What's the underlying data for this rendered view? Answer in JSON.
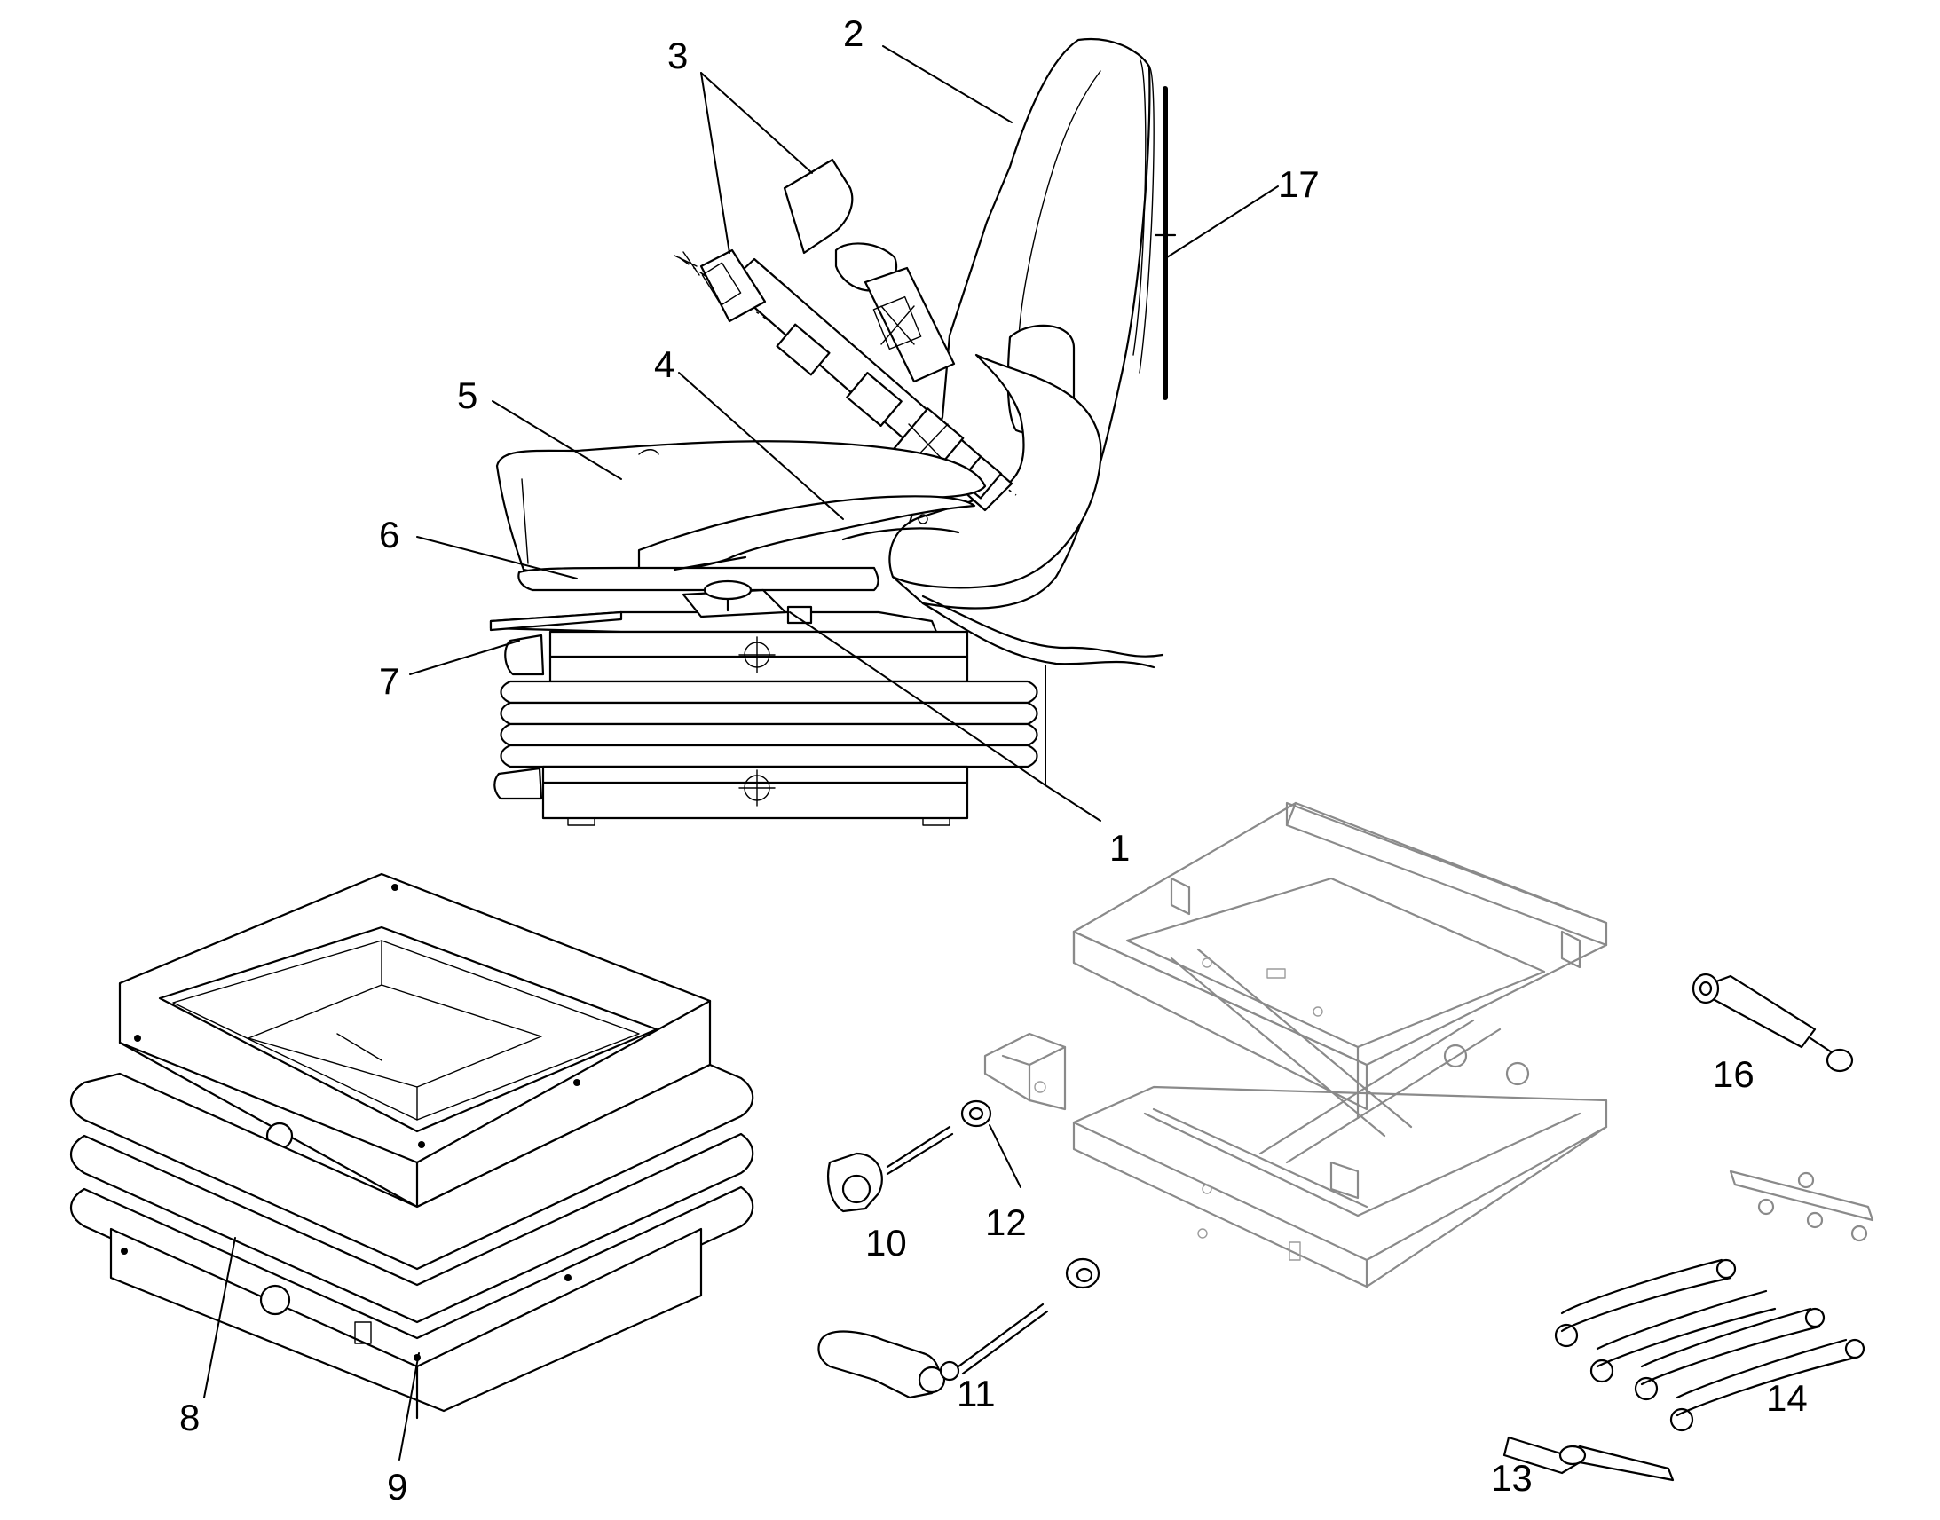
{
  "callouts": {
    "c1": "1",
    "c2": "2",
    "c3": "3",
    "c4": "4",
    "c5": "5",
    "c6": "6",
    "c7": "7",
    "c8": "8",
    "c9": "9",
    "c10": "10",
    "c11": "11",
    "c12": "12",
    "c13": "13",
    "c14": "14",
    "c16": "16",
    "c17": "17"
  }
}
